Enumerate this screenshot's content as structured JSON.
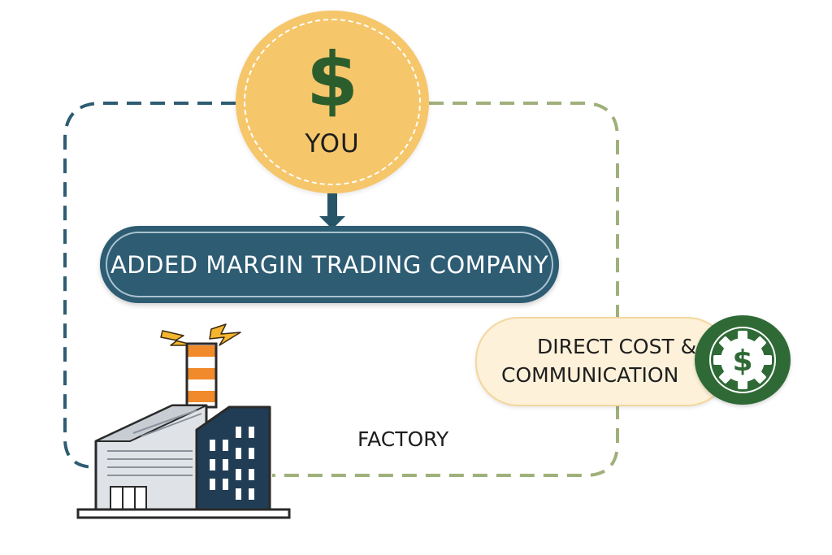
{
  "nodes": {
    "you": {
      "symbol": "$",
      "label": "YOU"
    },
    "trading_company": {
      "label": "ADDED MARGIN TRADING COMPANY"
    },
    "direct_path": {
      "line1": "DIRECT COST &",
      "line2": "COMMUNICATION",
      "badge_symbol": "$"
    },
    "factory": {
      "label": "FACTORY"
    }
  },
  "icons": {
    "you": "dollar-icon",
    "arrow": "arrow-down-icon",
    "direct_badge": "dollar-gear-icon",
    "factory": "factory-icon",
    "sparks": "lightning-icon"
  },
  "colors": {
    "you_circle": "#f6c66b",
    "dollar": "#2c5d2d",
    "trading_pill": "#2d5c73",
    "indirect_loop": "#2d5c73",
    "direct_loop": "#9fb07a",
    "direct_pill": "#fdf1d9",
    "gear_badge": "#2f6a36",
    "chimney_stripe": "#f08a2a",
    "factory_dark": "#203d55",
    "factory_light": "#dfe3e8"
  }
}
